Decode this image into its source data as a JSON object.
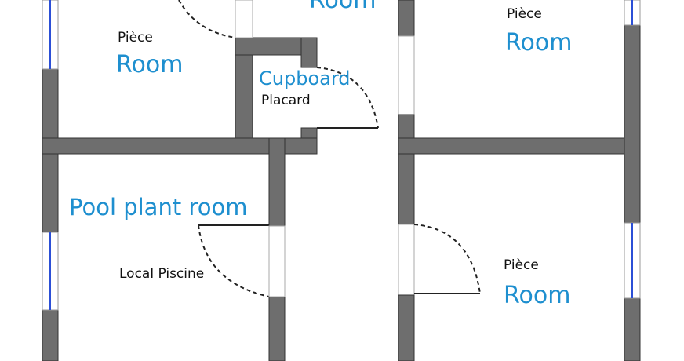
{
  "floor_plan": {
    "rooms": [
      {
        "id": "room-top-center",
        "english": "Room",
        "french": ""
      },
      {
        "id": "room-top-left",
        "english": "Room",
        "french": "Pièce"
      },
      {
        "id": "room-top-right",
        "english": "Room",
        "french": "Pièce"
      },
      {
        "id": "cupboard",
        "english": "Cupboard",
        "french": "Placard"
      },
      {
        "id": "pool-plant-room",
        "english": "Pool plant room",
        "french": "Local Piscine"
      },
      {
        "id": "room-bottom-right",
        "english": "Room",
        "french": "Pièce"
      }
    ],
    "colors": {
      "english_label": "#1e8fcf",
      "french_label": "#111111",
      "wall": "#6e6e6e",
      "window": "#2b4fd6",
      "background": "#ffffff"
    }
  }
}
